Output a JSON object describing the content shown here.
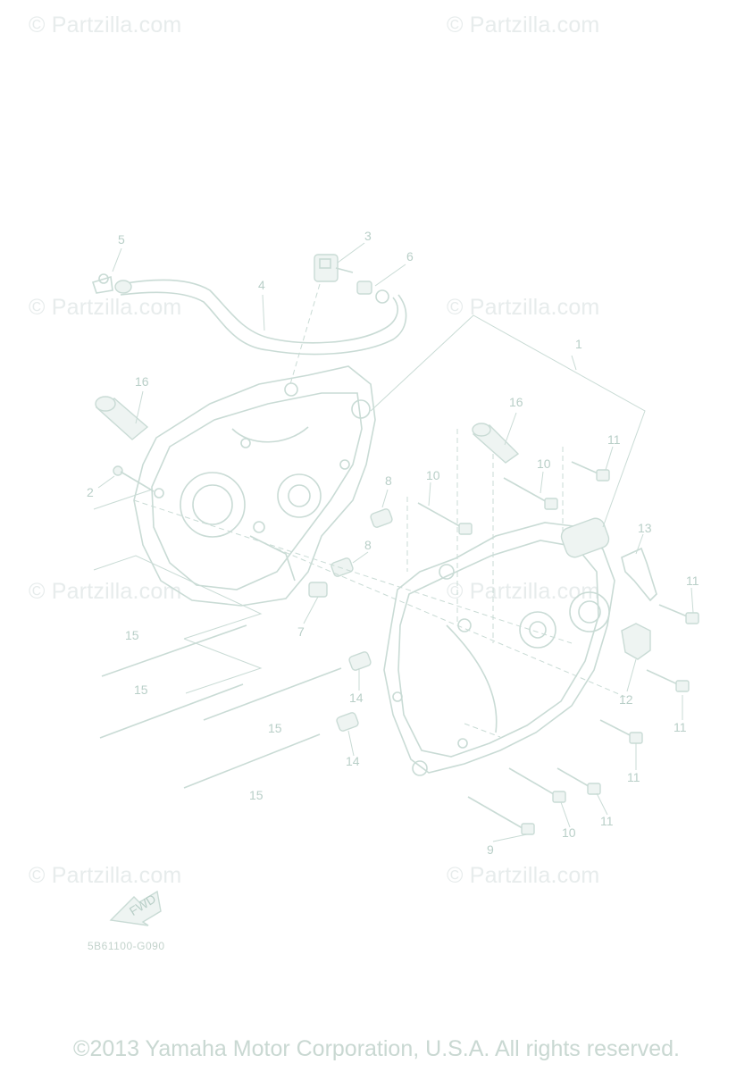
{
  "watermarks": [
    "© Partzilla.com",
    "© Partzilla.com",
    "© Partzilla.com",
    "© Partzilla.com",
    "© Partzilla.com",
    "© Partzilla.com",
    "© Partzilla.com",
    "© Partzilla.com"
  ],
  "callouts": {
    "c1": "1",
    "c2": "2",
    "c3": "3",
    "c4": "4",
    "c5": "5",
    "c6": "6",
    "c7": "7",
    "c8a": "8",
    "c8b": "8",
    "c9": "9",
    "c10a": "10",
    "c10b": "10",
    "c10c": "10",
    "c11a": "11",
    "c11b": "11",
    "c11c": "11",
    "c11d": "11",
    "c11e": "11",
    "c12": "12",
    "c13": "13",
    "c14a": "14",
    "c14b": "14",
    "c15a": "15",
    "c15b": "15",
    "c15c": "15",
    "c15d": "15",
    "c16a": "16",
    "c16b": "16"
  },
  "fwd_label": "FWD",
  "diagram_code": "5B61100-G090",
  "copyright": "©2013 Yamaha Motor Corporation, U.S.A. All rights reserved."
}
